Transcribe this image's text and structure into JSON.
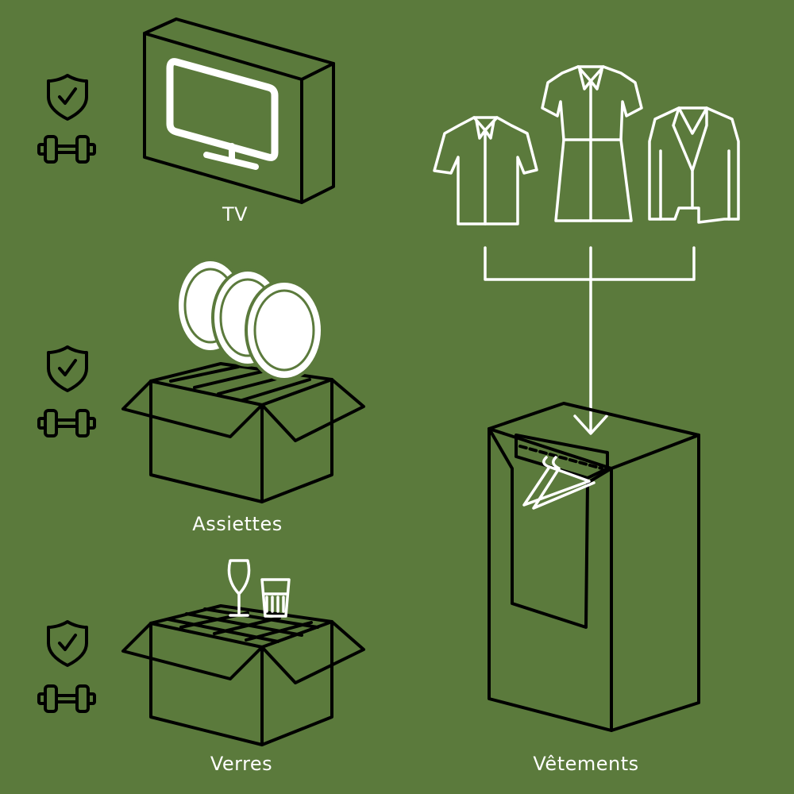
{
  "labels": {
    "tv": "TV",
    "plates": "Assiettes",
    "glasses": "Verres",
    "clothes": "Vêtements"
  },
  "colors": {
    "background": "#5b7a3c",
    "line": "#000000",
    "accent": "#ffffff"
  },
  "icons": [
    "shield-check-icon",
    "dumbbell-icon",
    "tv-icon",
    "plates-icon",
    "box-icon",
    "wine-glass-icon",
    "tumbler-icon",
    "shirt-icon",
    "dress-icon",
    "blazer-icon",
    "wardrobe-box-icon",
    "hanger-icon",
    "arrow-down-icon"
  ]
}
